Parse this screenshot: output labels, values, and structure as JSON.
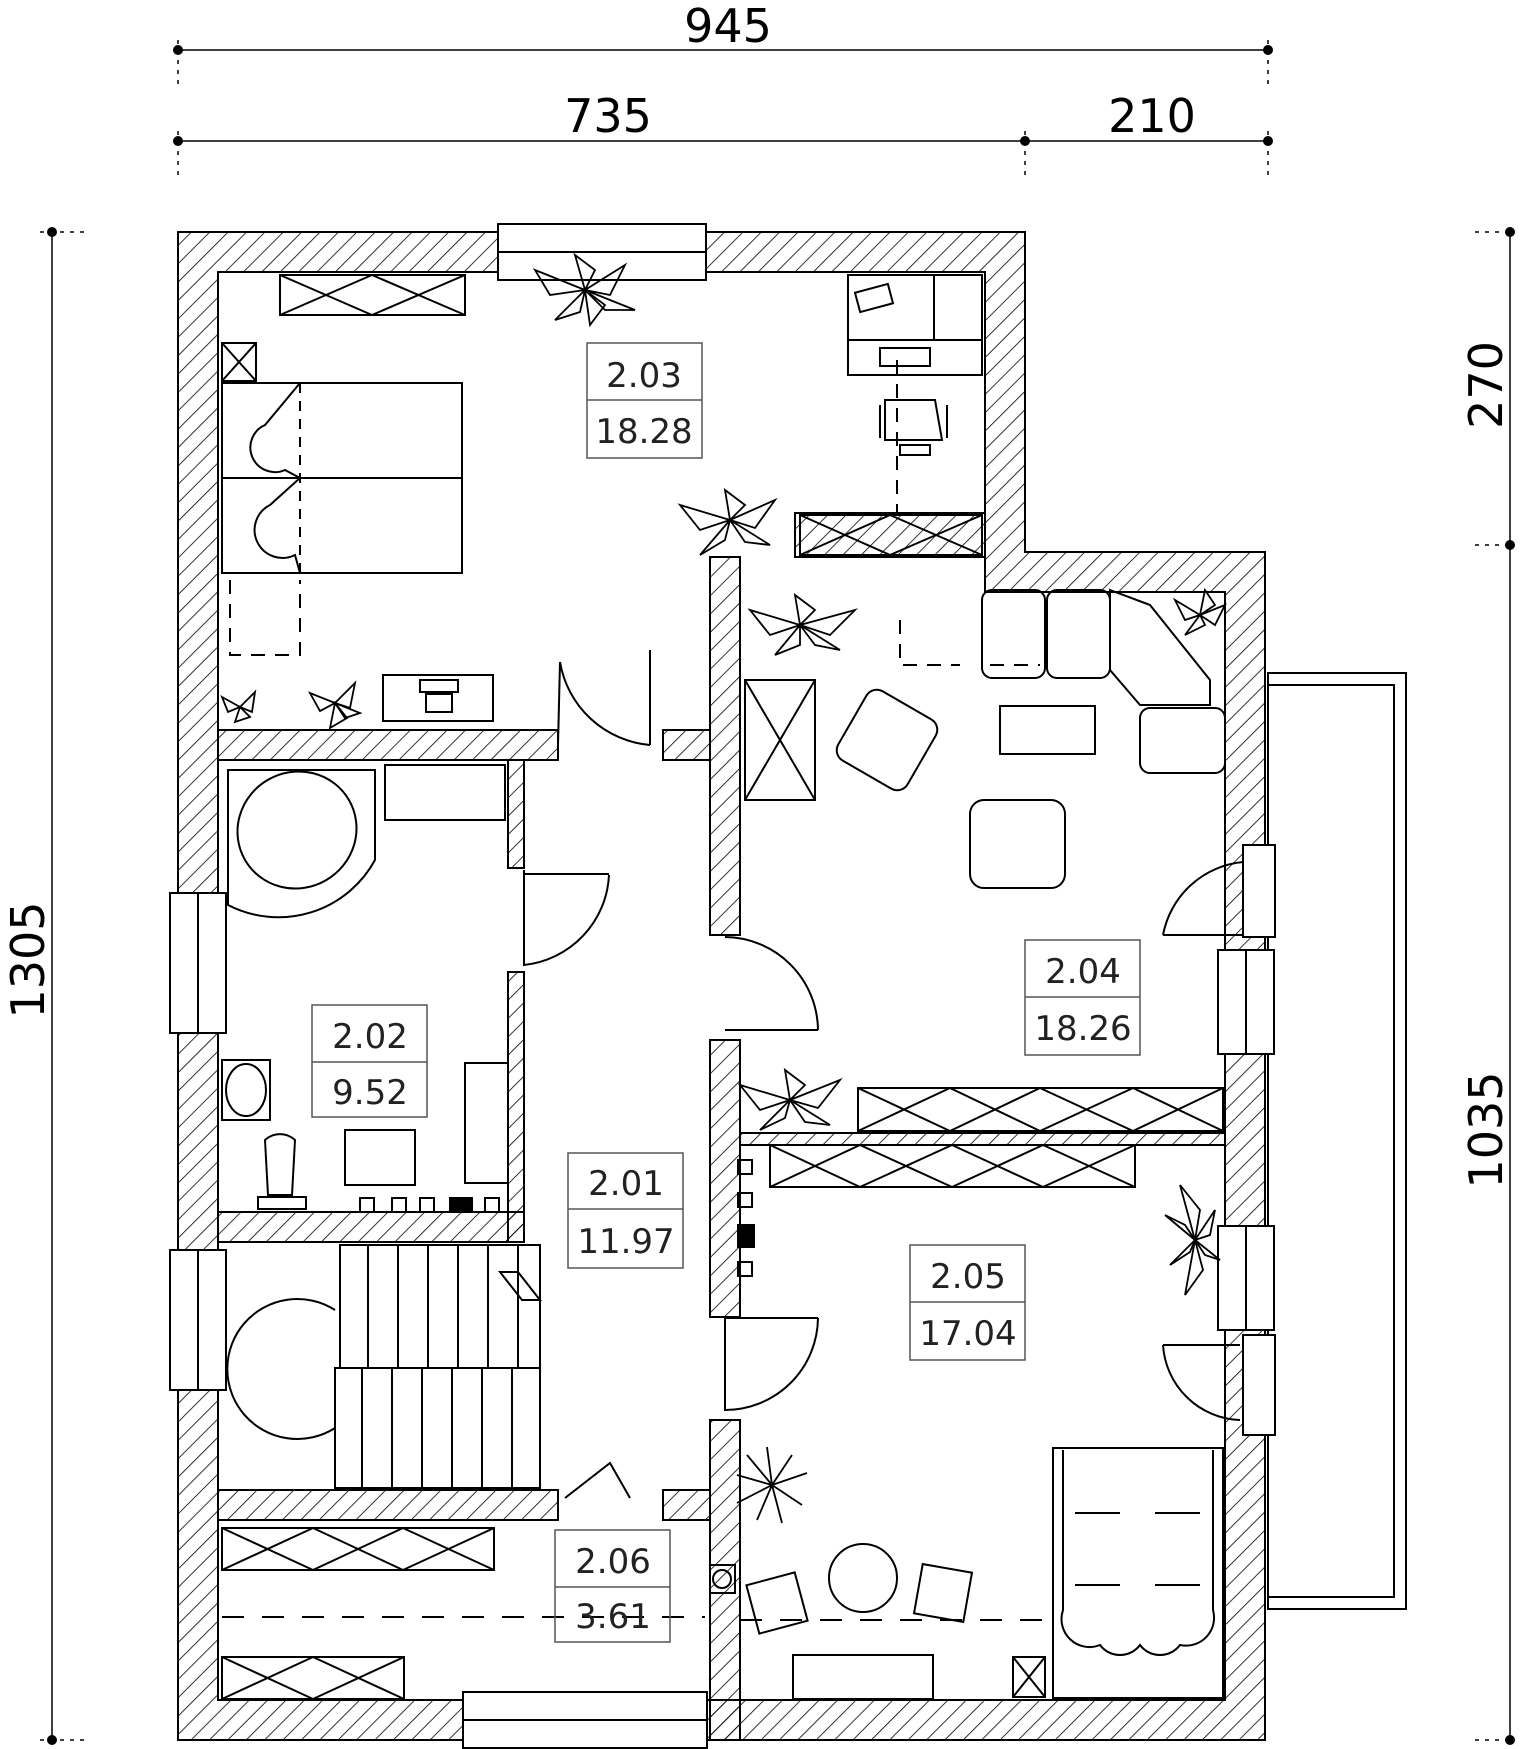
{
  "dimensions": {
    "total_width": "945",
    "width_left": "735",
    "width_right": "210",
    "total_height": "1305",
    "height_upper": "270",
    "height_lower": "1035"
  },
  "rooms": [
    {
      "number": "2.01",
      "area": "11.97"
    },
    {
      "number": "2.02",
      "area": "9.52"
    },
    {
      "number": "2.03",
      "area": "18.28"
    },
    {
      "number": "2.04",
      "area": "18.26"
    },
    {
      "number": "2.05",
      "area": "17.04"
    },
    {
      "number": "2.06",
      "area": "3.61"
    }
  ],
  "colors": {
    "line": "#000000",
    "background": "#ffffff"
  }
}
